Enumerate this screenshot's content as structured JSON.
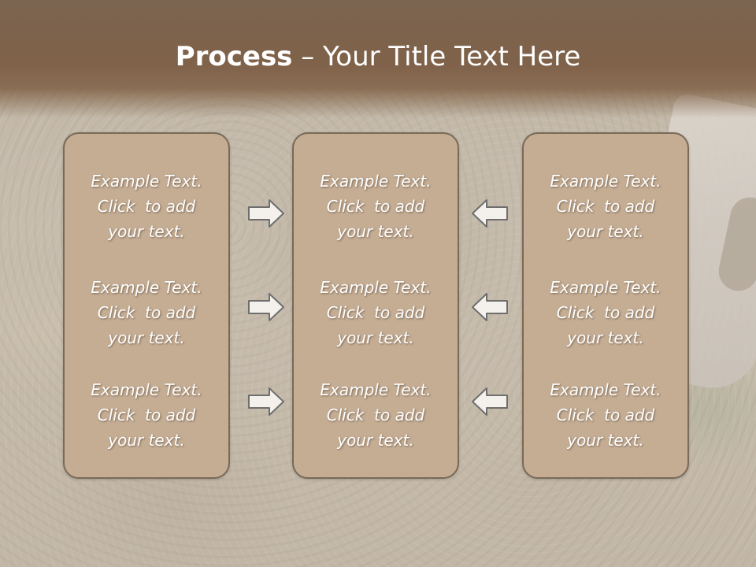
{
  "title": {
    "bold": "Process",
    "rest": " – Your Title Text Here"
  },
  "panels": [
    {
      "blocks": [
        {
          "line1": "Example Text.",
          "line2": "Click  to add",
          "line3": "your text."
        },
        {
          "line1": "Example Text.",
          "line2": "Click  to add",
          "line3": "your text."
        },
        {
          "line1": "Example Text.",
          "line2": "Click  to add",
          "line3": "your text."
        }
      ]
    },
    {
      "blocks": [
        {
          "line1": "Example Text.",
          "line2": "Click  to add",
          "line3": "your text."
        },
        {
          "line1": "Example Text.",
          "line2": "Click  to add",
          "line3": "your text."
        },
        {
          "line1": "Example Text.",
          "line2": "Click  to add",
          "line3": "your text."
        }
      ]
    },
    {
      "blocks": [
        {
          "line1": "Example Text.",
          "line2": "Click  to add",
          "line3": "your text."
        },
        {
          "line1": "Example Text.",
          "line2": "Click  to add",
          "line3": "your text."
        },
        {
          "line1": "Example Text.",
          "line2": "Click  to add",
          "line3": "your text."
        }
      ]
    }
  ],
  "arrows": {
    "left_group": "arrow-right-icon",
    "right_group": "arrow-left-icon"
  },
  "colors": {
    "header": "#7f6249",
    "panel": "#c5ad94",
    "panel_border": "#7a6a58",
    "arrow_fill": "#f4f1ec",
    "arrow_stroke": "#6e6e6e"
  }
}
